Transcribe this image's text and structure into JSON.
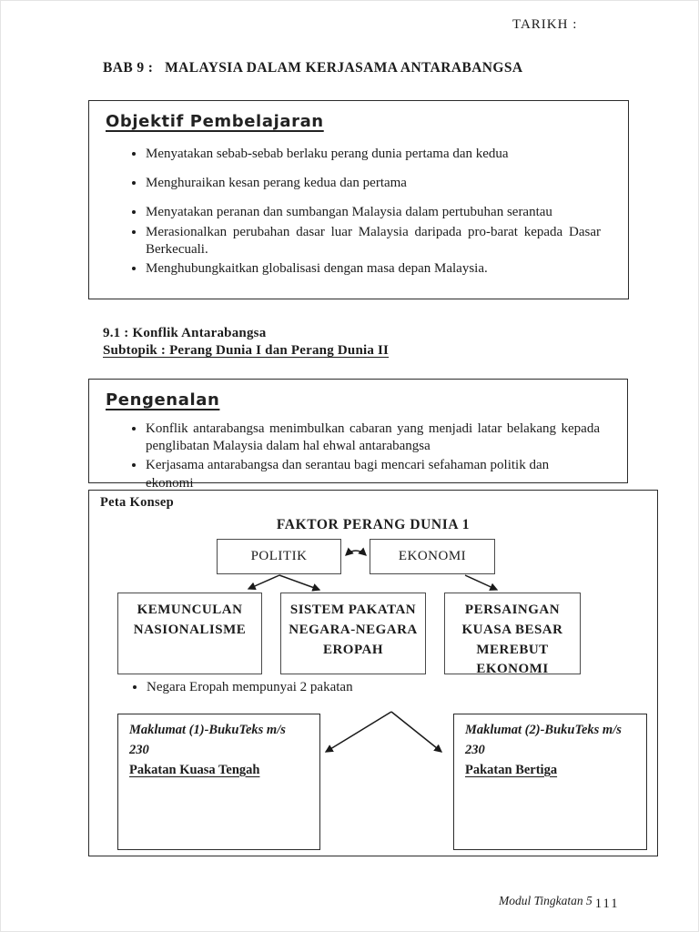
{
  "page": {
    "tarikh_label": "TARIKH :",
    "chapter_title": "BAB 9 :   MALAYSIA DALAM KERJASAMA ANTARABANGSA",
    "footer": {
      "module_label": "Modul Tingkatan 5",
      "page_number": "111"
    }
  },
  "objektif": {
    "heading": "Objektif Pembelajaran",
    "bullets": [
      "Menyatakan sebab-sebab berlaku perang dunia pertama dan  kedua",
      "Menghuraikan kesan perang kedua dan pertama",
      "Menyatakan peranan dan sumbangan Malaysia dalam pertubuhan serantau",
      "Merasionalkan perubahan dasar luar Malaysia daripada pro-barat kepada Dasar Berkecuali.",
      "Menghubungkaitkan globalisasi dengan masa depan Malaysia."
    ]
  },
  "section": {
    "topic": "9.1 : Konflik Antarabangsa",
    "subtopic": "Subtopik : Perang Dunia I dan Perang Dunia II"
  },
  "pengenalan": {
    "heading": "Pengenalan",
    "bullets": [
      "Konflik antarabangsa menimbulkan cabaran yang menjadi latar belakang kepada penglibatan Malaysia dalam hal ehwal antarabangsa",
      "Kerjasama antarabangsa dan serantau bagi mencari sefahaman politik dan ekonomi"
    ]
  },
  "peta_konsep": {
    "label": "Peta Konsep",
    "title": "FAKTOR PERANG DUNIA 1",
    "nodes": {
      "politik": "POLITIK",
      "ekonomi": "EKONOMI",
      "kemunculan": "KEMUNCULAN NASIONALISME",
      "sistem": "SISTEM PAKATAN NEGARA-NEGARA EROPAH",
      "persaingan": "PERSAINGAN KUASA BESAR MEREBUT EKONOMI"
    },
    "note": "Negara Eropah mempunyai 2 pakatan",
    "maklumat1": {
      "line1": "Maklumat (1)-BukuTeks m/s",
      "line2": "230",
      "link": "Pakatan Kuasa Tengah"
    },
    "maklumat2": {
      "line1": "Maklumat (2)-BukuTeks m/s",
      "line2": "230",
      "link": "Pakatan Bertiga"
    }
  }
}
